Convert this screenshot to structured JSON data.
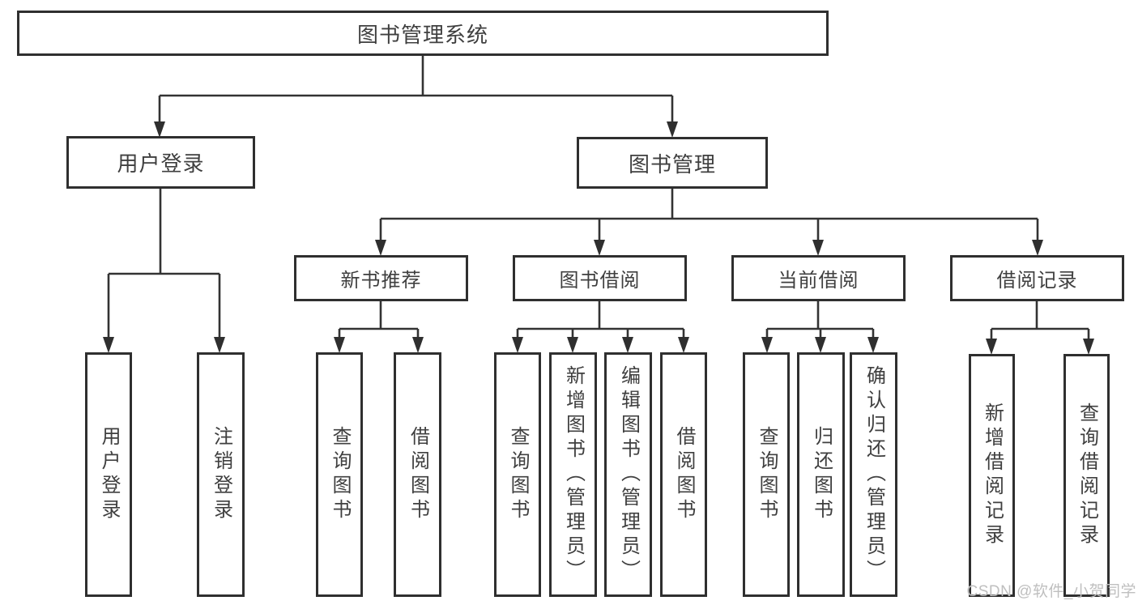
{
  "colors": {
    "line": "#333333",
    "box_border": "#2f2f2f",
    "box_fill": "#ffffff",
    "text": "#3f3f3f",
    "watermark": "#bfbfbf",
    "background": "#ffffff"
  },
  "diagram": {
    "root": {
      "label": "图书管理系统"
    },
    "level2": [
      {
        "label": "用户登录"
      },
      {
        "label": "图书管理"
      }
    ],
    "level3": [
      {
        "label": "新书推荐"
      },
      {
        "label": "图书借阅"
      },
      {
        "label": "当前借阅"
      },
      {
        "label": "借阅记录"
      }
    ],
    "leaves": {
      "user_login": [
        {
          "label": "用户登录"
        },
        {
          "label": "注销登录"
        }
      ],
      "new_book_recommend": [
        {
          "label": "查询图书"
        },
        {
          "label": "借阅图书"
        }
      ],
      "book_borrow": [
        {
          "label": "查询图书"
        },
        {
          "label": "新增图书（管理员）"
        },
        {
          "label": "编辑图书（管理员）"
        },
        {
          "label": "借阅图书"
        }
      ],
      "current_borrow": [
        {
          "label": "查询图书"
        },
        {
          "label": "归还图书"
        },
        {
          "label": "确认归还（管理员）"
        }
      ],
      "borrow_record": [
        {
          "label": "新增借阅记录"
        },
        {
          "label": "查询借阅记录"
        }
      ]
    }
  },
  "watermark": {
    "text": "CSDN @软件_小贺同学"
  }
}
